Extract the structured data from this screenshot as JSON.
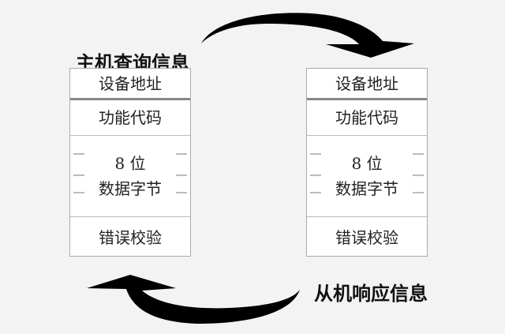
{
  "master_label": "主机查询信息",
  "slave_label": "从机响应信息",
  "master_frame": {
    "fields": [
      "设备地址",
      "功能代码",
      "8 位",
      "数据字节",
      "错误校验"
    ]
  },
  "slave_frame": {
    "fields": [
      "设备地址",
      "功能代码",
      "8 位",
      "数据字节",
      "错误校验"
    ]
  },
  "colors": {
    "arrow": "#000000",
    "border": "#aaaaaa",
    "background": "#f3f3f3"
  }
}
